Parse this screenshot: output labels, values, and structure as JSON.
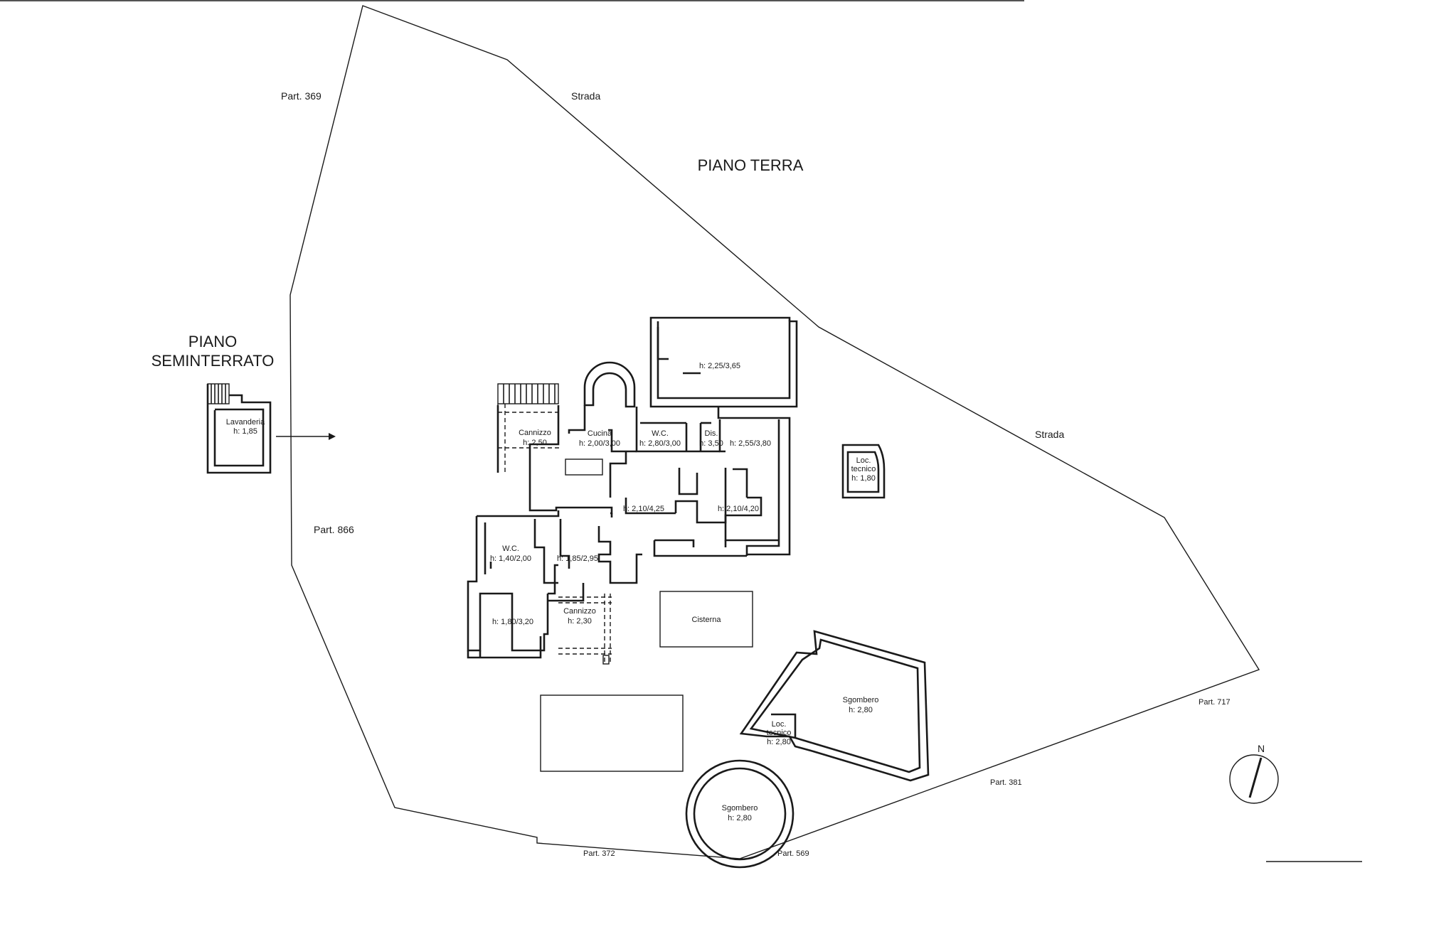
{
  "titles": {
    "ground_floor": "PIANO TERRA",
    "basement_line1": "PIANO",
    "basement_line2": "SEMINTERRATO"
  },
  "boundary_labels": {
    "part_369": "Part. 369",
    "part_866": "Part. 866",
    "part_372": "Part. 372",
    "part_569": "Part. 569",
    "part_381": "Part. 381",
    "part_717": "Part. 717",
    "strada_top": "Strada",
    "strada_right": "Strada"
  },
  "rooms": {
    "lavanderia": {
      "name": "Lavanderia",
      "height": "h: 1,85"
    },
    "cannizzo_top": {
      "name": "Cannizzo",
      "height": "h: 2,50"
    },
    "cucina": {
      "name": "Cucina",
      "height": "h: 2,00/3,00"
    },
    "wc_top": {
      "name": "W.C.",
      "height": "h: 2,80/3,00"
    },
    "dis": {
      "name": "Dis.",
      "height": "h: 3,50"
    },
    "room_upper": {
      "height": "h: 2,25/3,65"
    },
    "room_right": {
      "height": "h: 2,55/3,80"
    },
    "room_mid_left": {
      "height": "h: 2,10/4,25"
    },
    "room_mid_right": {
      "height": "h: 2,10/4,20"
    },
    "wc_bottom": {
      "name": "W.C.",
      "height": "h: 1,40/2,00"
    },
    "room_small": {
      "height": "h: 1,85/2,95"
    },
    "room_bottom_left": {
      "height": "h: 1,80/3,20"
    },
    "cannizzo_bottom": {
      "name": "Cannizzo",
      "height": "h: 2,30"
    },
    "cisterna": {
      "name": "Cisterna"
    },
    "loc_tecnico_1": {
      "name_line1": "Loc.",
      "name_line2": "tecnico",
      "height": "h: 1,80"
    },
    "sgombero_1": {
      "name": "Sgombero",
      "height": "h: 2,80"
    },
    "loc_tecnico_2": {
      "name_line1": "Loc.",
      "name_line2": "tecnico",
      "height": "h: 2,80"
    },
    "sgombero_2": {
      "name": "Sgombero",
      "height": "h: 2,80"
    }
  },
  "compass": {
    "label": "N"
  }
}
